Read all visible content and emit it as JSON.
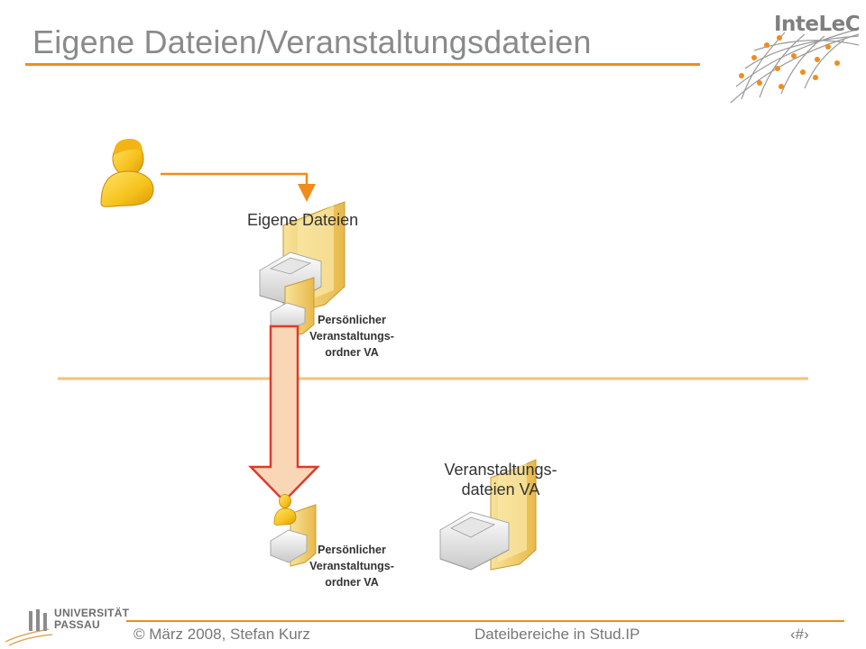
{
  "slide": {
    "title": "Eigene Dateien/Veranstaltungsdateien"
  },
  "logo": {
    "text": "InteLeC"
  },
  "diagram": {
    "own_files_label": "Eigene Dateien",
    "personal_folder_top_label": [
      "Persönlicher",
      "Veranstaltungs-",
      "ordner VA"
    ],
    "course_files_label": [
      "Veranstaltungs-",
      "dateien VA"
    ],
    "personal_folder_bottom_label": [
      "Persönlicher",
      "Veranstaltungs-",
      "ordner VA"
    ]
  },
  "footer": {
    "copyright": "© März 2008, Stefan Kurz",
    "topic": "Dateibereiche in Stud.IP",
    "page_marker": "‹#›",
    "university_line1": "UNIVERSITÄT",
    "university_line2": "PASSAU"
  },
  "colors": {
    "accent_orange": "#f08c1a",
    "arrow_red": "#e03a2a",
    "arrow_fill": "#f9d7b6",
    "folder_yellow": "#f2cf6a",
    "user_yellow": "#f6c21c",
    "title_gray": "#8a8a8a"
  },
  "icons": [
    "user-icon",
    "folder-drive-icon",
    "user-folder-icon",
    "course-folder-icon",
    "down-arrow-icon"
  ]
}
